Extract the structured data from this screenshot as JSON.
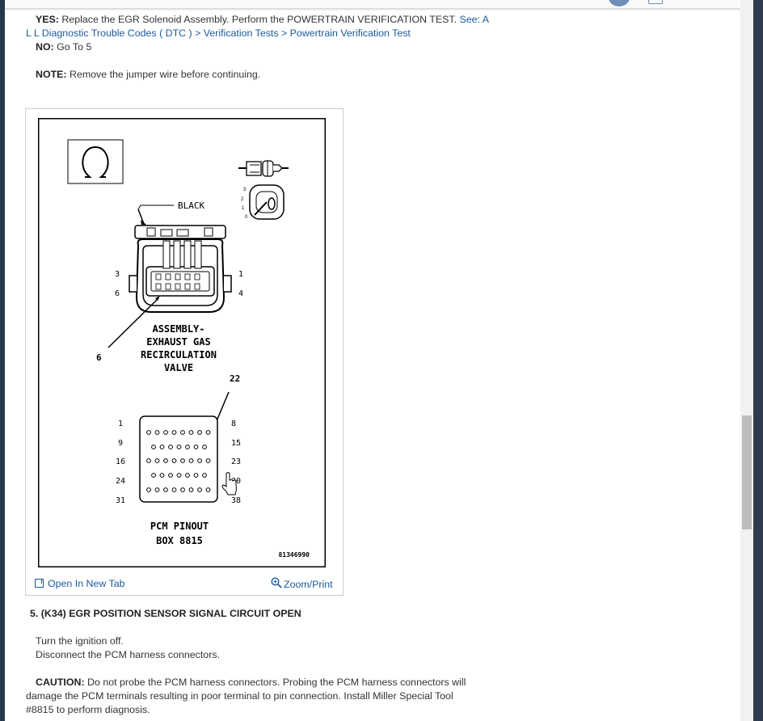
{
  "step4": {
    "yes_label": "YES:",
    "yes_text": "Replace the EGR Solenoid Assembly. Perform the POWERTRAIN VERIFICATION TEST.",
    "see_link_1": "See: A",
    "see_link_2": "L L Diagnostic Trouble Codes ( DTC ) > Verification Tests > Powertrain Verification Test",
    "no_label": "NO:",
    "no_text": "Go To 5",
    "note_label": "NOTE:",
    "note_text": "Remove the jumper wire before continuing."
  },
  "figure": {
    "connector_color_label": "BLACK",
    "egr_pin_labels": [
      "3",
      "6",
      "1",
      "4"
    ],
    "probe_pin_6": "6",
    "egr_title_lines": [
      "ASSEMBLY-",
      "EXHAUST GAS",
      "RECIRCULATION",
      "VALVE"
    ],
    "probe_pin_22": "22",
    "pcm_left_labels": [
      "1",
      "9",
      "16",
      "24",
      "31"
    ],
    "pcm_right_labels": [
      "8",
      "15",
      "23",
      "30",
      "38"
    ],
    "pcm_title_lines": [
      "PCM PINOUT",
      "BOX 8815"
    ],
    "meter_scale": [
      "3",
      "2",
      "1",
      "0"
    ],
    "figure_id": "81346990",
    "open_tab_label": "Open In New Tab",
    "zoom_label": "Zoom/Print"
  },
  "step5": {
    "heading": "5. (K34) EGR POSITION SENSOR SIGNAL CIRCUIT OPEN",
    "line1": "Turn the ignition off.",
    "line2": "Disconnect the PCM harness connectors.",
    "caution_label": "CAUTION:",
    "caution_line1": "Do not probe the PCM harness connectors. Probing the PCM harness connectors will",
    "caution_line2": "damage the PCM terminals resulting in poor terminal to pin connection. Install Miller Special Tool",
    "caution_line3": "#8815 to perform diagnosis."
  },
  "colors": {
    "link": "#1a5a9c",
    "text": "#333333",
    "scroll_thumb": "#bdbdbd"
  }
}
